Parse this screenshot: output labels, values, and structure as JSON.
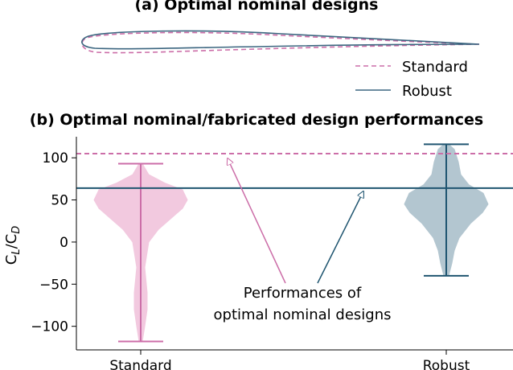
{
  "chart_data": [
    {
      "type": "line",
      "title": "(a) Optimal nominal designs",
      "series": [
        {
          "name": "Standard",
          "color": "#cc6ea8",
          "style": "dashed"
        },
        {
          "name": "Robust",
          "color": "#3c6680",
          "style": "solid"
        }
      ],
      "legend": "bottom-right"
    },
    {
      "type": "violin",
      "title": "(b) Optimal nominal/fabricated design performances",
      "categories": [
        "Standard",
        "Robust"
      ],
      "ylabel": "C_L/C_D",
      "ylim": [
        -128,
        125
      ],
      "yticks": [
        "100",
        "50",
        "0",
        "−50",
        "−100"
      ],
      "ytick_values": [
        100,
        50,
        0,
        -50,
        -100
      ],
      "series": [
        {
          "name": "Standard",
          "color": "#cc6ea8",
          "fill": "#f2c9df",
          "min": -118,
          "max": 93,
          "median": 64
        },
        {
          "name": "Robust",
          "color": "#1f5570",
          "fill": "#b3c6d0",
          "min": -40,
          "max": 116,
          "median": 64
        }
      ],
      "reference_lines": [
        {
          "series": "Standard",
          "value": 105,
          "style": "dashed",
          "color": "#cc6ea8"
        },
        {
          "series": "Robust",
          "value": 64,
          "style": "solid",
          "color": "#1f5570"
        }
      ],
      "annotation": {
        "line1": "Performances of",
        "line2": "optimal nominal designs"
      }
    }
  ]
}
